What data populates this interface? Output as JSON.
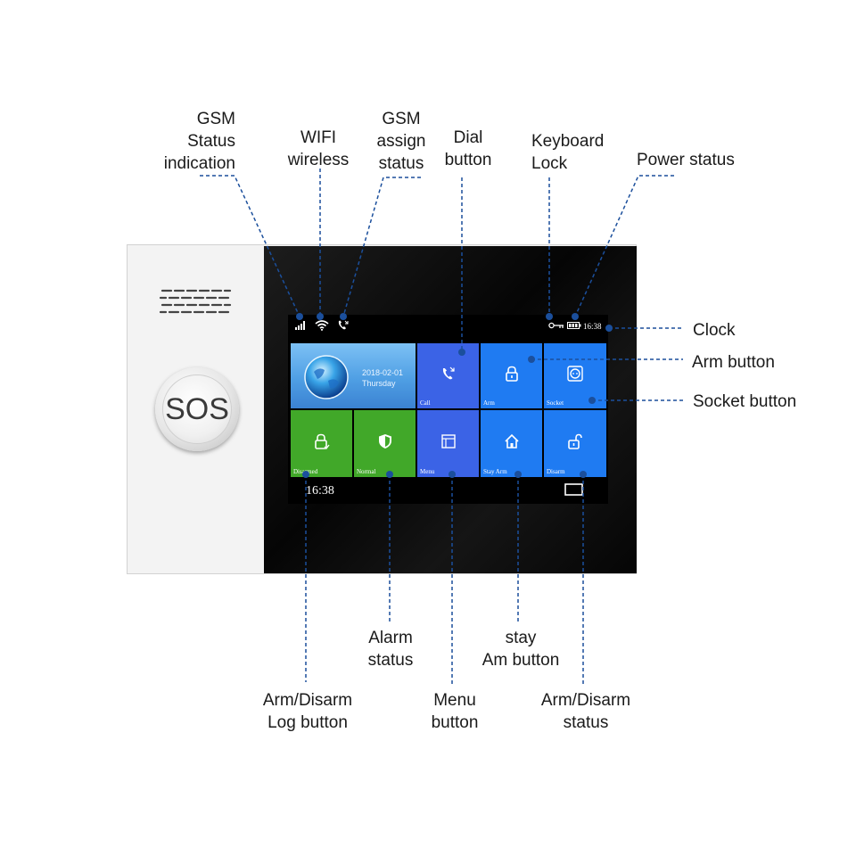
{
  "device": {
    "sos_label": "SOS",
    "status_bar_clock": "16:38",
    "bottom_clock": "16:38",
    "date": "2018-02-01",
    "weekday": "Thursday"
  },
  "tiles": {
    "call": "Call",
    "arm": "Arm",
    "socket": "Socket",
    "disarmed": "Disarmed",
    "normal": "Normal",
    "menu": "Menu",
    "stay_arm": "Stay Arm",
    "disarm": "Disarm"
  },
  "callouts": {
    "gsm_status": "GSM\nStatus\nindication",
    "wifi": "WIFI\nwireless",
    "gsm_assign": "GSM\nassign\nstatus",
    "dial": "Dial\nbutton",
    "keyboard_lock": "Keyboard\nLock",
    "power_status": "Power status",
    "clock": "Clock",
    "arm_button": "Arm button",
    "socket_button": "Socket button",
    "alarm_status": "Alarm\nstatus",
    "stay_arm_button": "stay\nAm button",
    "log_button": "Arm/Disarm\nLog button",
    "menu_button": "Menu\nbutton",
    "arm_disarm_status": "Arm/Disarm\nstatus"
  },
  "colors": {
    "tile_blue": "#1f7bf2",
    "tile_indigo": "#3b63e6",
    "tile_green": "#41a829",
    "callout_line": "#1b4f9c"
  }
}
